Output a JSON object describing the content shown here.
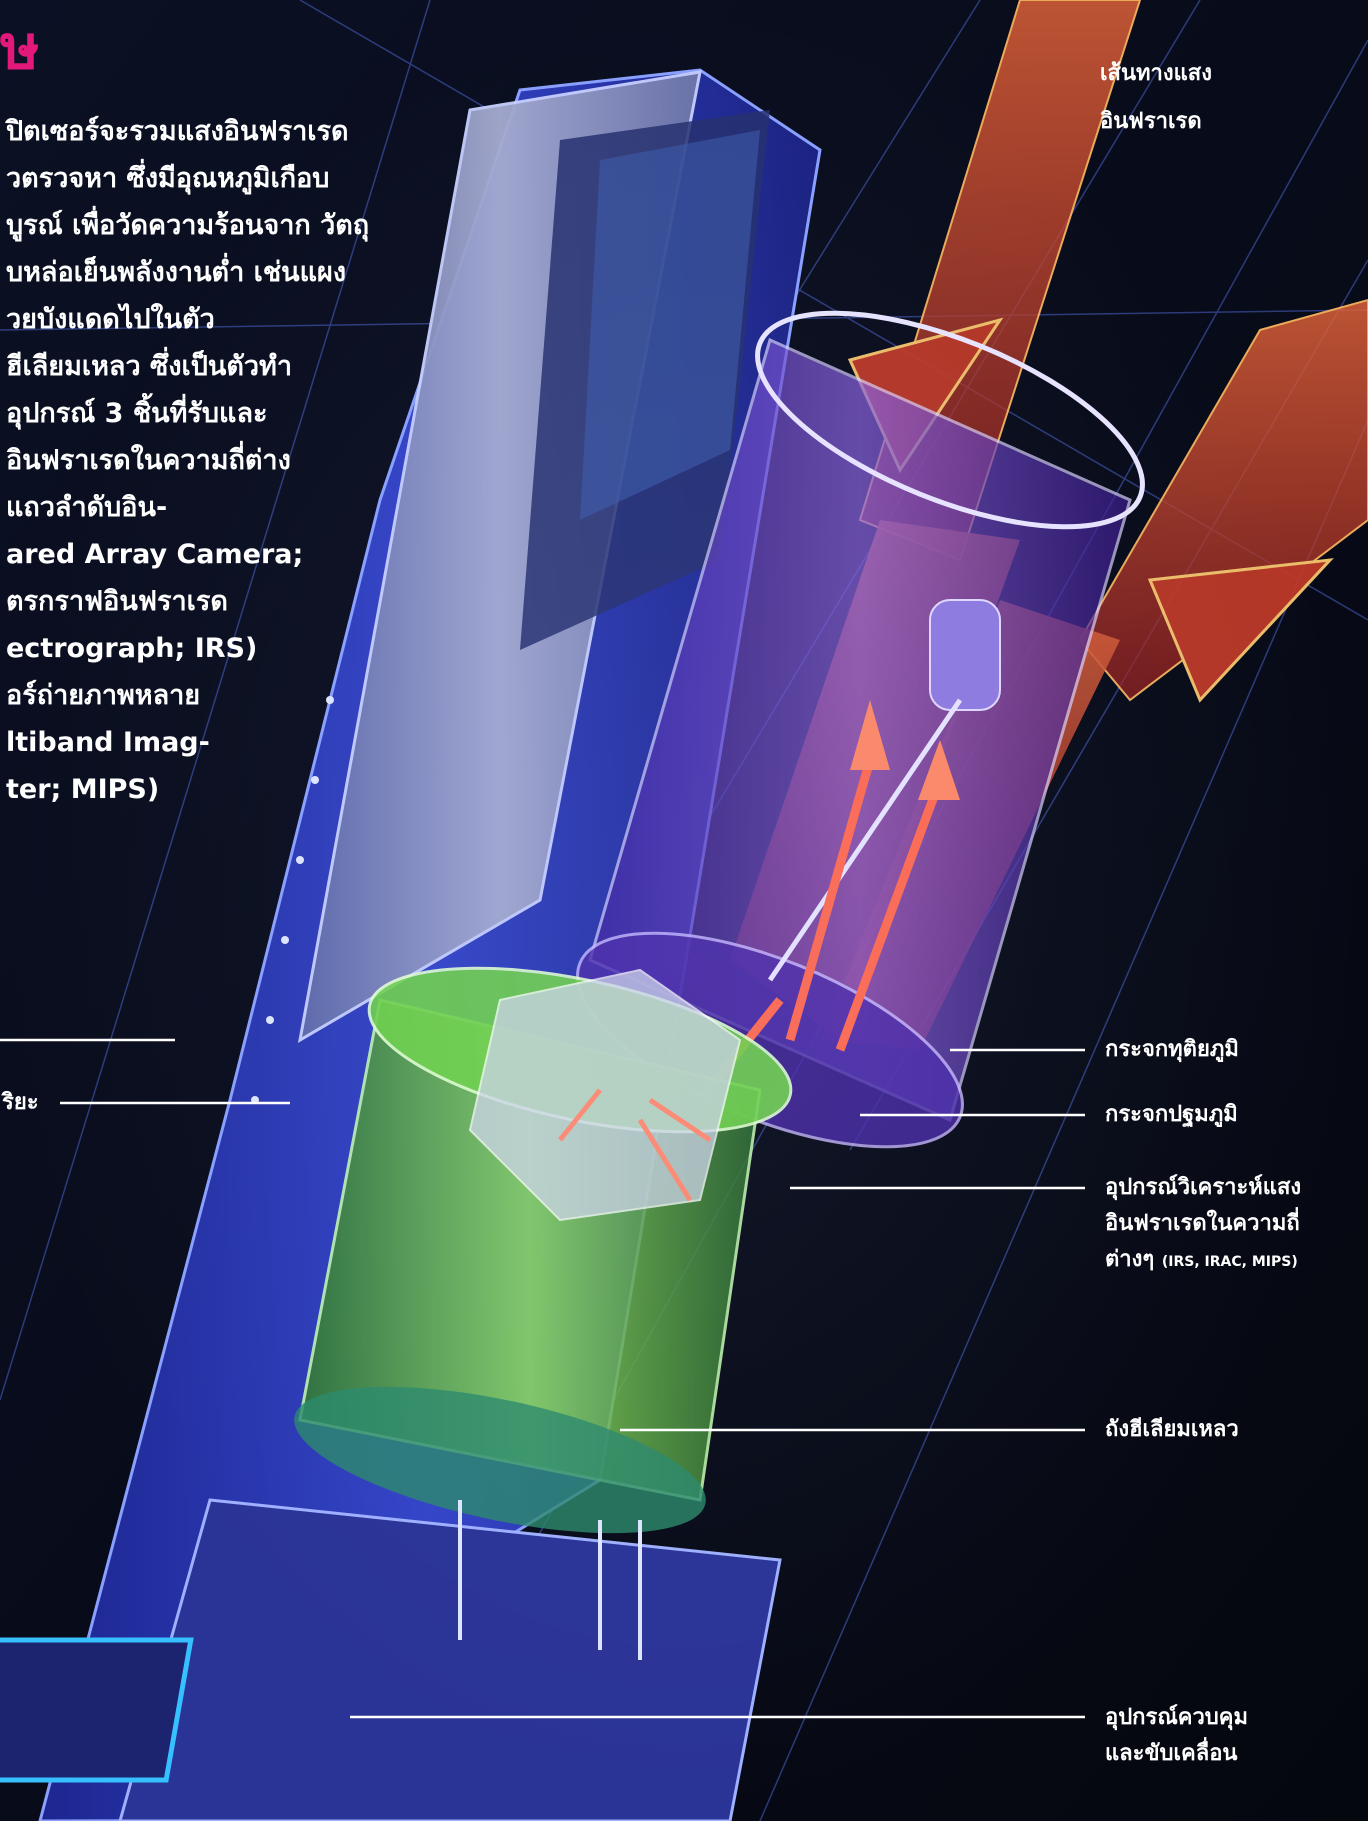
{
  "header_fragment": "ษ",
  "description_lines": [
    "ปิตเซอร์จะรวมแสงอินฟราเรด",
    "วตรวจหา ซึ่งมีอุณหภูมิเกือบ",
    "บูรณ์ เพื่อวัดความร้อนจาก วัตถุ",
    "บหล่อเย็นพลังงานต่ำ เช่นแผง",
    "วยบังแดดไปในตัว",
    "ฮีเลียมเหลว ซึ่งเป็นตัวทำ",
    "อุปกรณ์ 3 ชิ้นที่รับและ",
    "อินฟราเรดในความถี่ต่าง",
    "แถวลำดับอิน-",
    "ared Array Camera;",
    "ตรกราฟอินฟราเรด",
    "ectrograph; IRS)",
    "อร์ถ่ายภาพหลาย",
    "ltiband Imag-",
    "ter; MIPS)"
  ],
  "left_partial_label": "ริยะ",
  "labels": {
    "light_path": [
      "เส้นทางแสง",
      "อินฟราเรด"
    ],
    "secondary_mirror": "กระจกทุติยภูมิ",
    "primary_mirror": "กระจกปฐมภูมิ",
    "instruments": [
      "อุปกรณ์วิเคราะห์แสง",
      "อินฟราเรดในความถี่",
      "ต่างๆ",
      "(IRS, IRAC, MIPS)"
    ],
    "helium_tank": "ถังฮีเลียมเหลว",
    "control_unit": [
      "อุปกรณ์ควบคุม",
      "และขับเคลื่อน"
    ]
  },
  "colors": {
    "background": "#0a0f22",
    "header": "#e2187a",
    "body_blue": "#2a38b8",
    "shield": "#7b86b8",
    "telescope": "#6a3cc8",
    "light_beam": "#d8452a",
    "tank_green": "#5fc83a",
    "label_text": "#ffffff"
  }
}
